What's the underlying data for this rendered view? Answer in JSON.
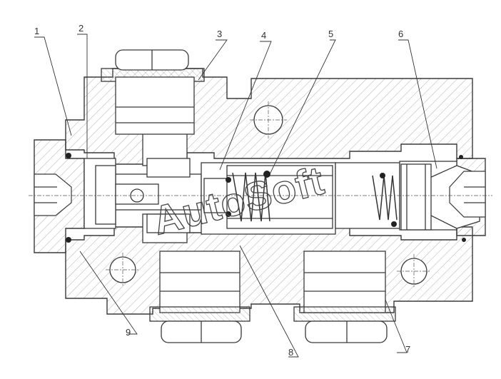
{
  "watermark": "AutoSoft",
  "callouts": [
    "1",
    "2",
    "3",
    "4",
    "5",
    "6",
    "7",
    "8",
    "9"
  ],
  "colors": {
    "line": "#3a3a3a",
    "hatch": "#9a9a9a",
    "background": "#ffffff"
  }
}
